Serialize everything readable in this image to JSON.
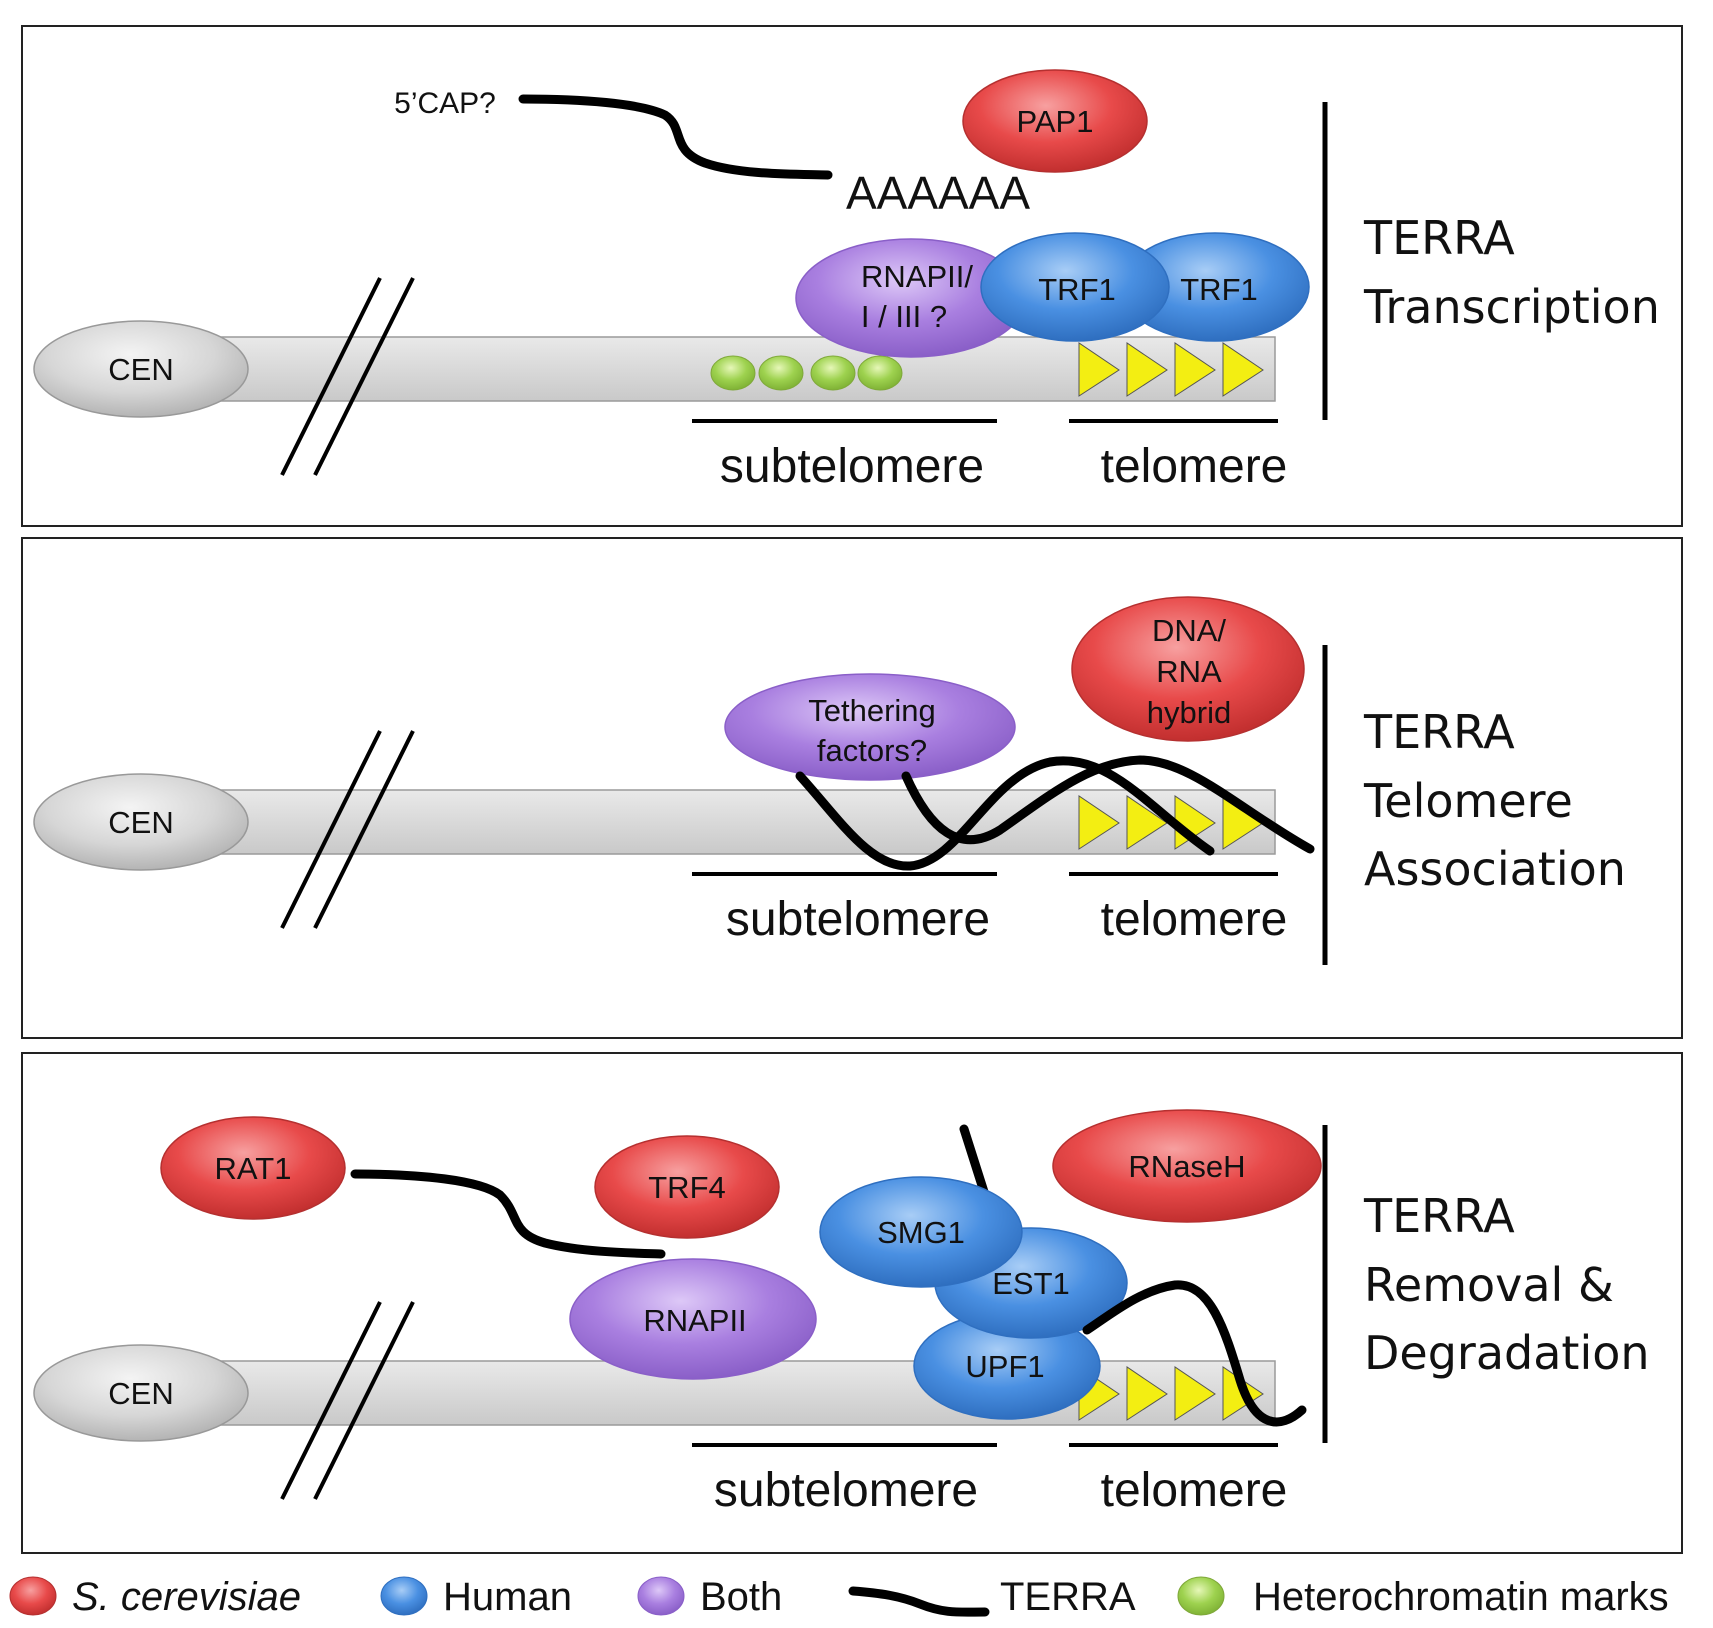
{
  "colors": {
    "s_cerevisiae": "#e84a4a",
    "human": "#4a90e2",
    "both": "#a97fe0",
    "heterochromatin": "#9ed24f",
    "telomere_repeat": "#f3ee12",
    "chromosome": "#d4d4d4"
  },
  "panel1": {
    "title_line1": "TERRA",
    "title_line2": "Transcription",
    "cen": "CEN",
    "cap": "5’CAP?",
    "polya": "AAAAAA",
    "pap1": "PAP1",
    "rnap_line1": "RNAPII/",
    "rnap_line2": "I / III ?",
    "trf1_a": "TRF1",
    "trf1_b": "TRF1",
    "subtelomere": "subtelomere",
    "telomere": "telomere"
  },
  "panel2": {
    "title_line1": "TERRA",
    "title_line2": "Telomere",
    "title_line3": "Association",
    "cen": "CEN",
    "tether_line1": "Tethering",
    "tether_line2": "factors?",
    "hybrid_line1": "DNA/",
    "hybrid_line2": "RNA",
    "hybrid_line3": "hybrid",
    "subtelomere": "subtelomere",
    "telomere": "telomere"
  },
  "panel3": {
    "title_line1": "TERRA",
    "title_line2": "Removal &",
    "title_line3": "Degradation",
    "cen": "CEN",
    "rat1": "RAT1",
    "trf4": "TRF4",
    "rnapii": "RNAPII",
    "smg1": "SMG1",
    "est1": "EST1",
    "upf1": "UPF1",
    "rnaseh": "RNaseH",
    "subtelomere": "subtelomere",
    "telomere": "telomere"
  },
  "legend": {
    "s_cerevisiae": "S. cerevisiae",
    "human": "Human",
    "both": "Both",
    "terra": "TERRA",
    "heterochromatin": "Heterochromatin marks"
  }
}
